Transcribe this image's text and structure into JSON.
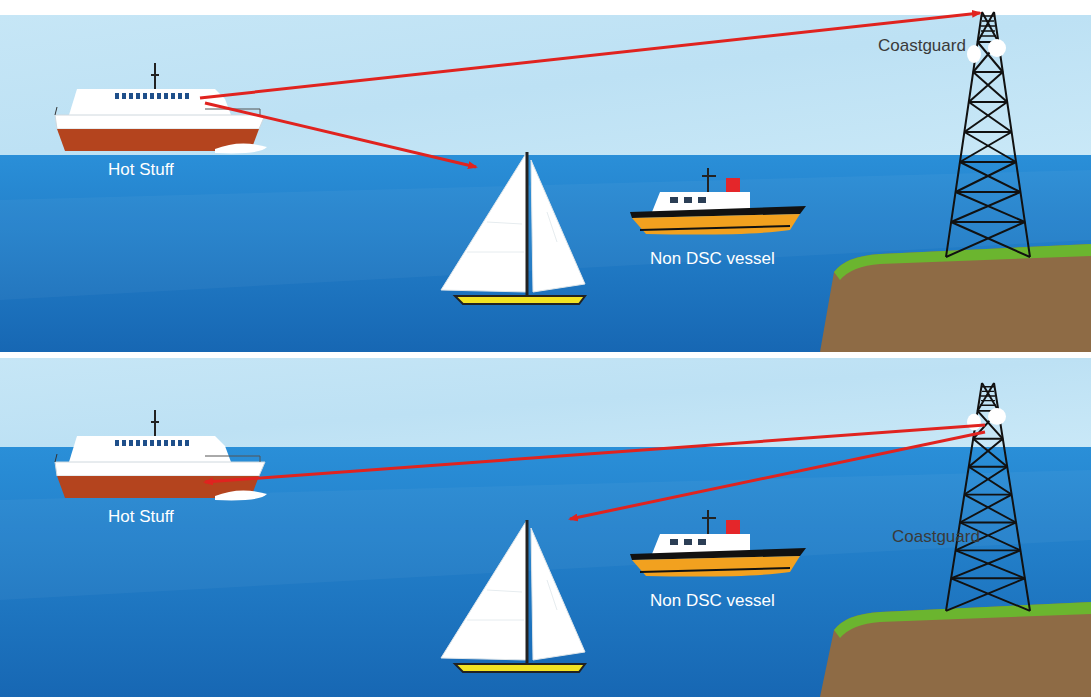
{
  "diagram": {
    "labels": [
      "Hot Stuff",
      "Non DSC vessel",
      "Coastguard",
      "Hot Stuff",
      "Non DSC vessel",
      "Coastguard"
    ]
  }
}
